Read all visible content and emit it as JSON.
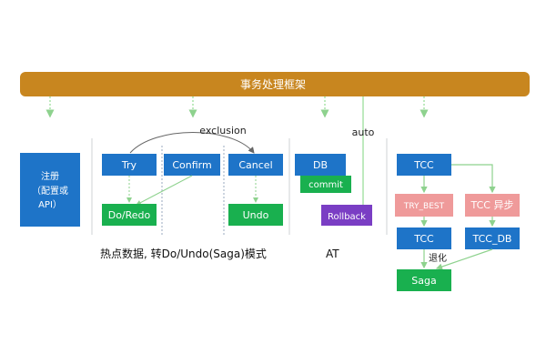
{
  "title_bar": {
    "label": "事务处理框架"
  },
  "labels": {
    "exclusion": "exclusion",
    "auto": "auto",
    "degrade": "退化",
    "tcc_mode_caption": "热点数据, 转Do/Undo(Saga)模式",
    "at_caption": "AT"
  },
  "register": {
    "line1": "注册",
    "line2": "（配置或",
    "line3": "API）"
  },
  "nodes": {
    "try": "Try",
    "confirm": "Confirm",
    "cancel": "Cancel",
    "do_redo": "Do/Redo",
    "undo": "Undo",
    "db": "DB",
    "commit": "commit",
    "rollback": "Rollback",
    "tcc": "TCC",
    "try_best": "TRY_BEST",
    "tcc_async": "TCC 异步",
    "tcc2": "TCC",
    "tcc_db": "TCC_DB",
    "saga": "Saga"
  },
  "colors": {
    "title_bar": "#c8861f",
    "register": "#1e74c8",
    "blue": "#1e74c8",
    "green": "#19b04f",
    "pink": "#ef9a9a",
    "purple": "#7a3ec4",
    "connector": "#a9e3a9",
    "arrow": "#666666",
    "divider": "#cfd3d6"
  }
}
